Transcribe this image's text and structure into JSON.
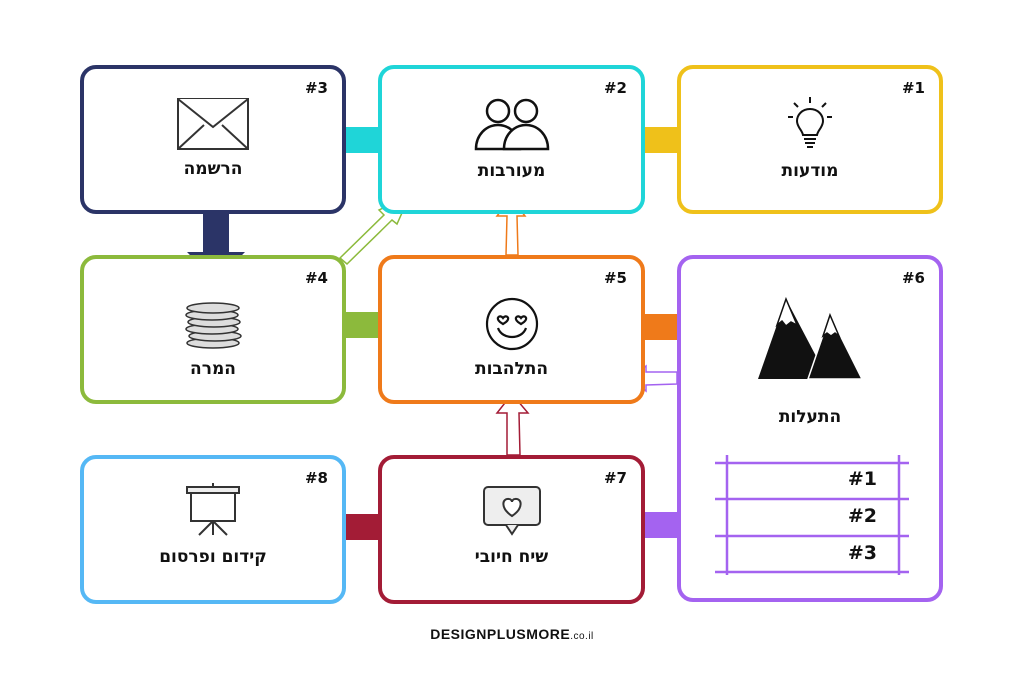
{
  "steps": [
    {
      "num": "#1",
      "label": "מודעות",
      "icon": "lightbulb-icon",
      "color": "#efc11a"
    },
    {
      "num": "#2",
      "label": "מעורבות",
      "icon": "people-icon",
      "color": "#1fd5d8"
    },
    {
      "num": "#3",
      "label": "הרשמה",
      "icon": "envelope-icon",
      "color": "#2b3467"
    },
    {
      "num": "#4",
      "label": "המרה",
      "icon": "coins-icon",
      "color": "#8cba3c"
    },
    {
      "num": "#5",
      "label": "התלהבות",
      "icon": "heart-eyes-smiley-icon",
      "color": "#ef7a1a"
    },
    {
      "num": "#6",
      "label": "התעלות",
      "icon": "mountains-icon",
      "color": "#a463f0",
      "list": [
        "#1",
        "#2",
        "#3"
      ]
    },
    {
      "num": "#7",
      "label": "שיח חיובי",
      "icon": "heart-speech-bubble-icon",
      "color": "#a31c36"
    },
    {
      "num": "#8",
      "label": "קידום ופרסום",
      "icon": "presentation-board-icon",
      "color": "#55b8f5"
    }
  ],
  "footer": {
    "brand": "DESIGNPLUSMORE",
    "domain": ".co.il"
  }
}
